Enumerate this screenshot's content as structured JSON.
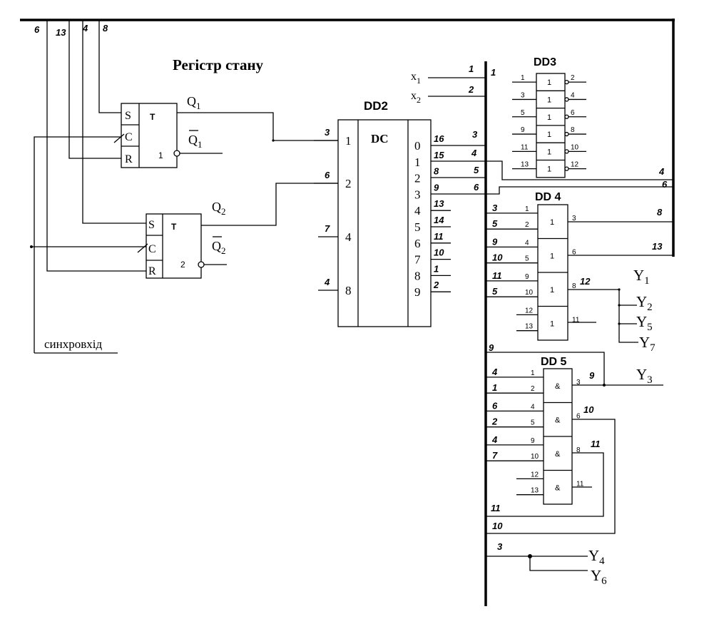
{
  "title": "Регістр стану",
  "sync_label": "синхровхід",
  "top_wires": [
    "6",
    "13",
    "4",
    "8"
  ],
  "flipflops": [
    {
      "pins": [
        "S",
        "C",
        "R"
      ],
      "type": "T",
      "num": "1",
      "out": "Q",
      "out_sub": "1",
      "outn": "Q",
      "outn_sub": "1"
    },
    {
      "pins": [
        "S",
        "C",
        "R"
      ],
      "type": "T",
      "num": "2",
      "out": "Q",
      "out_sub": "2",
      "outn": "Q",
      "outn_sub": "2"
    }
  ],
  "dd2": {
    "name": "DD2",
    "func": "DC",
    "inputs": [
      {
        "pin": "1",
        "wire": "3"
      },
      {
        "pin": "2",
        "wire": "6"
      },
      {
        "pin": "4",
        "wire": "7"
      },
      {
        "pin": "8",
        "wire": "4"
      }
    ],
    "outputs": [
      {
        "pin": "0",
        "wire": "16"
      },
      {
        "pin": "1",
        "wire": "15"
      },
      {
        "pin": "2",
        "wire": "8"
      },
      {
        "pin": "3",
        "wire": "9"
      },
      {
        "pin": "4",
        "wire": "13"
      },
      {
        "pin": "5",
        "wire": "14"
      },
      {
        "pin": "6",
        "wire": "11"
      },
      {
        "pin": "7",
        "wire": "10"
      },
      {
        "pin": "8",
        "wire": "1"
      },
      {
        "pin": "9",
        "wire": "2"
      }
    ],
    "bus_wires": [
      "3",
      "4",
      "5",
      "6"
    ]
  },
  "inputs_x": [
    {
      "name": "x",
      "sub": "1",
      "wire": "1"
    },
    {
      "name": "x",
      "sub": "2",
      "wire": "2"
    }
  ],
  "dd3": {
    "name": "DD3",
    "bus_in": "1",
    "gates": [
      {
        "label": "1",
        "in": "1",
        "out": "2"
      },
      {
        "label": "1",
        "in": "3",
        "out": "4"
      },
      {
        "label": "1",
        "in": "5",
        "out": "6"
      },
      {
        "label": "1",
        "in": "9",
        "out": "8"
      },
      {
        "label": "1",
        "in": "11",
        "out": "10"
      },
      {
        "label": "1",
        "in": "13",
        "out": "12"
      }
    ]
  },
  "dd4": {
    "name": "DD 4",
    "gates": [
      {
        "label": "1",
        "in_pins": [
          "1",
          "2"
        ],
        "in_wires": [
          "3",
          "5"
        ],
        "out_pin": "3",
        "out_wire": "8"
      },
      {
        "label": "1",
        "in_pins": [
          "4",
          "5"
        ],
        "in_wires": [
          "9",
          "10"
        ],
        "out_pin": "6",
        "out_wire": "13"
      },
      {
        "label": "1",
        "in_pins": [
          "9",
          "10"
        ],
        "in_wires": [
          "11",
          "5"
        ],
        "out_pin": "8",
        "out_wire": "12"
      },
      {
        "label": "1",
        "in_pins": [
          "12",
          "13"
        ],
        "in_wires": [
          "",
          ""
        ],
        "out_pin": "11",
        "out_wire": ""
      }
    ]
  },
  "dd5": {
    "name": "DD 5",
    "wire_9_top": "9",
    "gates": [
      {
        "label": "&",
        "in_pins": [
          "1",
          "2"
        ],
        "in_wires": [
          "4",
          "1"
        ],
        "out_pin": "3",
        "out_wire": "9"
      },
      {
        "label": "&",
        "in_pins": [
          "4",
          "5"
        ],
        "in_wires": [
          "6",
          "2"
        ],
        "out_pin": "6",
        "out_wire": "10"
      },
      {
        "label": "&",
        "in_pins": [
          "9",
          "10"
        ],
        "in_wires": [
          "4",
          "7"
        ],
        "out_pin": "8",
        "out_wire": "11"
      },
      {
        "label": "&",
        "in_pins": [
          "12",
          "13"
        ],
        "in_wires": [
          "",
          ""
        ],
        "out_pin": "11",
        "out_wire": ""
      }
    ],
    "feedback_wires": [
      "11",
      "10",
      "3"
    ]
  },
  "right_bus_wires": [
    "4",
    "6",
    "8",
    "13"
  ],
  "outputs_y": [
    {
      "name": "Y",
      "sub": "1"
    },
    {
      "name": "Y",
      "sub": "2"
    },
    {
      "name": "Y",
      "sub": "5"
    },
    {
      "name": "Y",
      "sub": "7"
    },
    {
      "name": "Y",
      "sub": "3"
    },
    {
      "name": "Y",
      "sub": "4"
    },
    {
      "name": "Y",
      "sub": "6"
    }
  ]
}
